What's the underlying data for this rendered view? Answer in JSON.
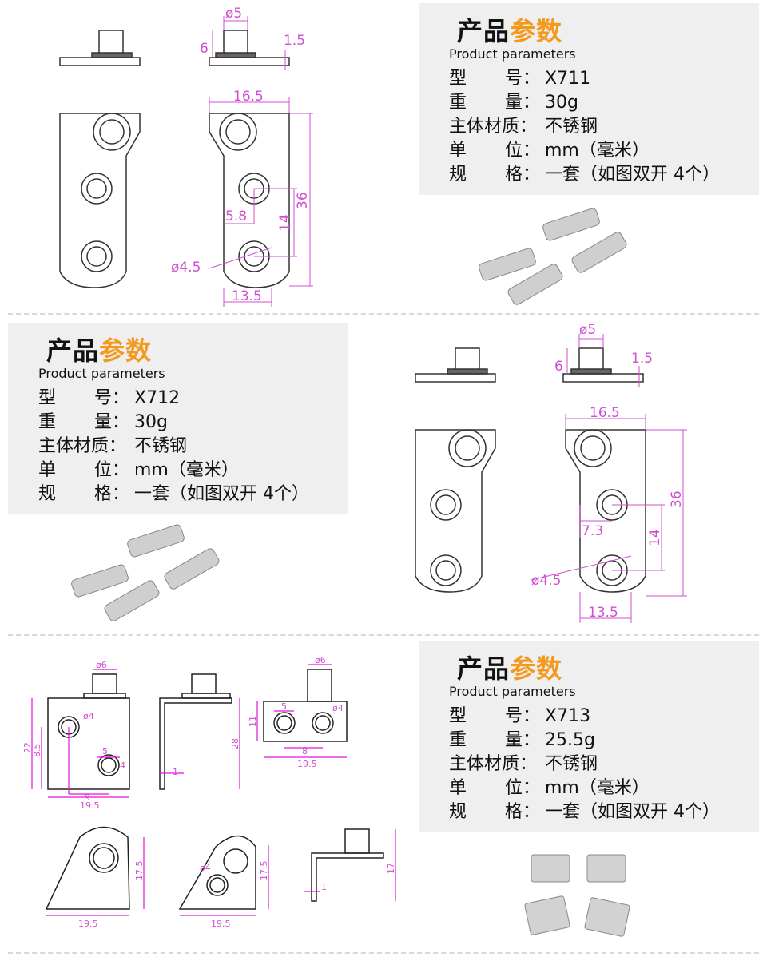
{
  "sections": [
    {
      "title_black": "产品",
      "title_orange": "参数",
      "subtitle": "Product parameters",
      "rows": [
        {
          "k1": "型",
          "k2": "号",
          "sep": "：",
          "value": "X711"
        },
        {
          "k1": "重",
          "k2": "量",
          "sep": "：",
          "value": "30g"
        },
        {
          "k1": "主体材质",
          "k2": "",
          "sep": "：",
          "value": "不锈钢"
        },
        {
          "k1": "单",
          "k2": "位",
          "sep": "：",
          "value": "mm（毫米）"
        },
        {
          "k1": "规",
          "k2": "格",
          "sep": "：",
          "value": "一套（如图双开 4个）"
        }
      ],
      "dims": {
        "d5": "ø5",
        "d6": "6",
        "d15": "1.5",
        "d165": "16.5",
        "d36": "36",
        "d14": "14",
        "d58": "5.8",
        "d45": "ø4.5",
        "d135": "13.5"
      }
    },
    {
      "title_black": "产品",
      "title_orange": "参数",
      "subtitle": "Product parameters",
      "rows": [
        {
          "k1": "型",
          "k2": "号",
          "sep": "：",
          "value": "X712"
        },
        {
          "k1": "重",
          "k2": "量",
          "sep": "：",
          "value": "30g"
        },
        {
          "k1": "主体材质",
          "k2": "",
          "sep": "：",
          "value": "不锈钢"
        },
        {
          "k1": "单",
          "k2": "位",
          "sep": "：",
          "value": "mm（毫米）"
        },
        {
          "k1": "规",
          "k2": "格",
          "sep": "：",
          "value": "一套（如图双开 4个）"
        }
      ],
      "dims": {
        "d5": "ø5",
        "d6": "6",
        "d15": "1.5",
        "d165": "16.5",
        "d36": "36",
        "d14": "14",
        "d73": "7.3",
        "d45": "ø4.5",
        "d135": "13.5"
      }
    },
    {
      "title_black": "产品",
      "title_orange": "参数",
      "subtitle": "Product parameters",
      "rows": [
        {
          "k1": "型",
          "k2": "号",
          "sep": "：",
          "value": "X713"
        },
        {
          "k1": "重",
          "k2": "量",
          "sep": "：",
          "value": "25.5g"
        },
        {
          "k1": "主体材质",
          "k2": "",
          "sep": "：",
          "value": "不锈钢"
        },
        {
          "k1": "单",
          "k2": "位",
          "sep": "：",
          "value": "mm（毫米）"
        },
        {
          "k1": "规",
          "k2": "格",
          "sep": "：",
          "value": "一套（如图双开 4个）"
        }
      ],
      "dims": {
        "d6": "ø6",
        "d4": "ø4",
        "d22": "22",
        "d85": "8.5",
        "d5": "5",
        "d4b": "4",
        "d9": "9",
        "d195": "19.5",
        "d1": "1",
        "d28": "28",
        "d11": "11",
        "d8": "8",
        "d175": "17.5",
        "d17": "17"
      }
    }
  ]
}
